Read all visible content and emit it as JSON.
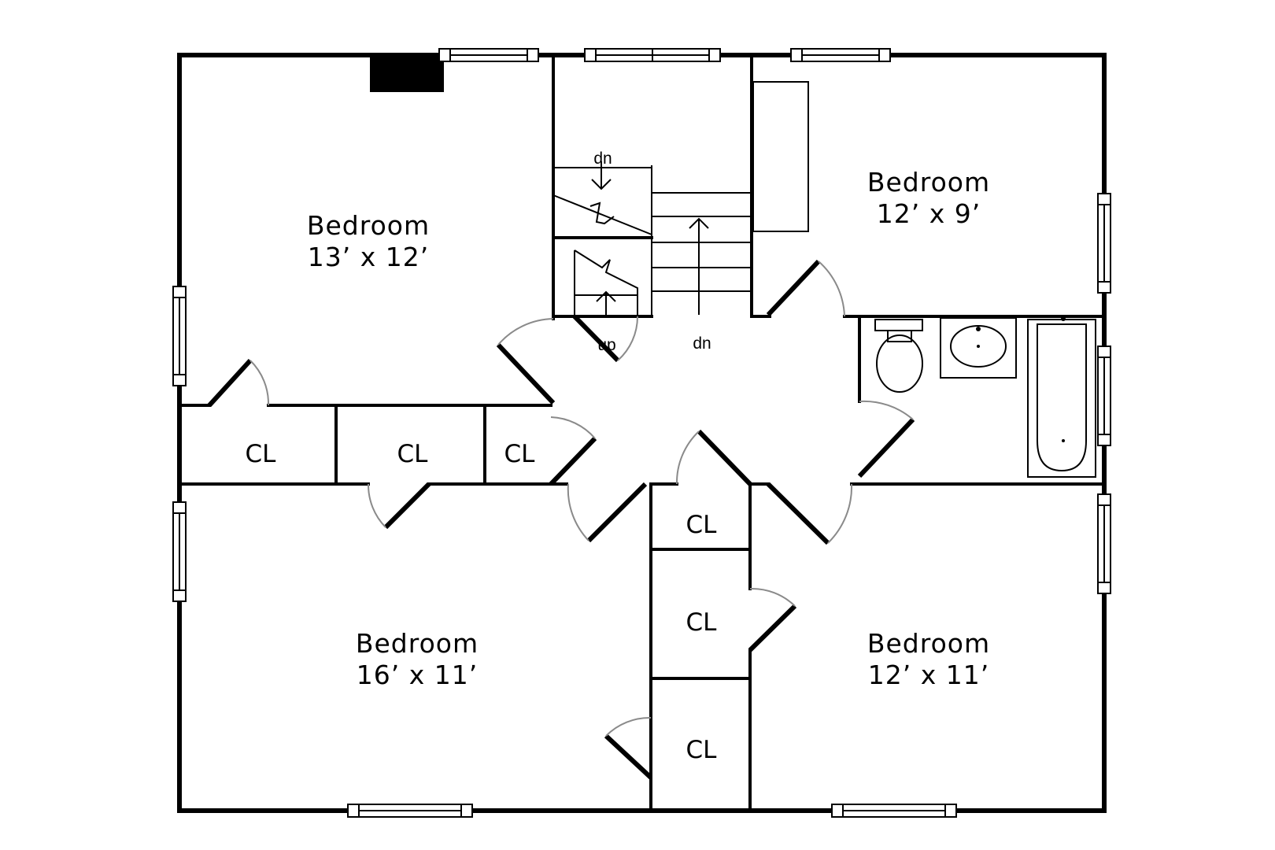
{
  "rooms": [
    {
      "name": "Bedroom",
      "size": "13’ x 12’"
    },
    {
      "name": "Bedroom",
      "size": "12’ x 9’"
    },
    {
      "name": "Bedroom",
      "size": "16’ x 11’"
    },
    {
      "name": "Bedroom",
      "size": "12’ x 11’"
    }
  ],
  "closet_label": "CL",
  "stairs": {
    "dn_upper": "dn",
    "up": "up",
    "dn_lower": "dn"
  }
}
